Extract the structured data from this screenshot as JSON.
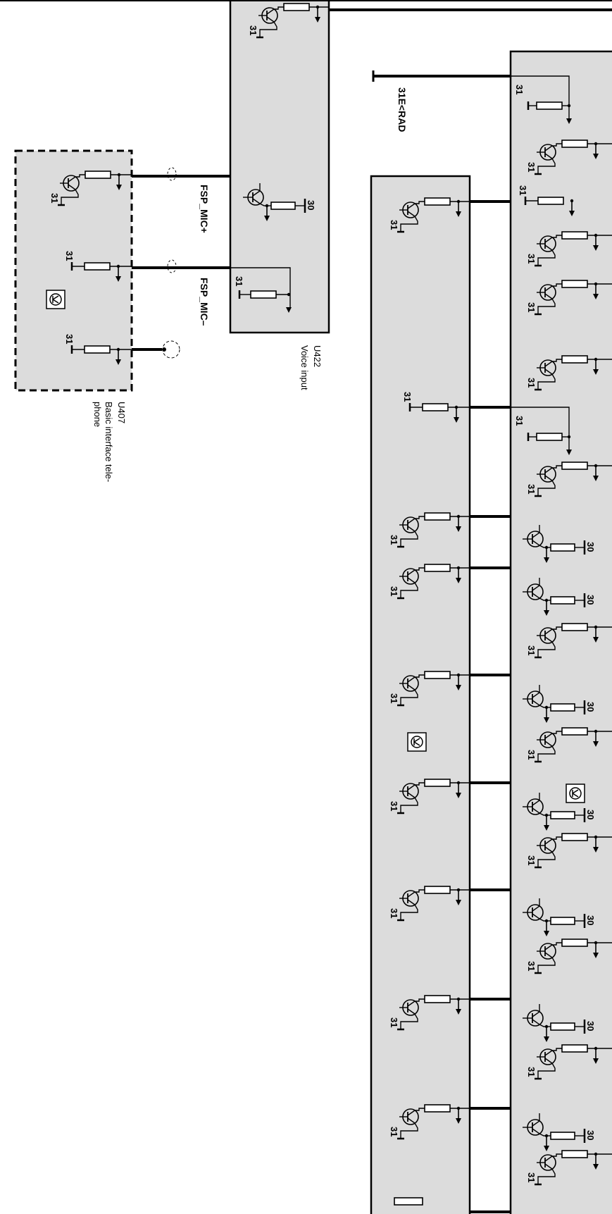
{
  "colors": {
    "module_fill": "#dcdcdc",
    "line": "#000000",
    "background": "#ffffff"
  },
  "modules": {
    "u407": {
      "code": "U407",
      "name_lines": [
        "Basic interface tele-",
        "phone"
      ]
    },
    "u422": {
      "code": "U422",
      "name": "Voice input"
    }
  },
  "signals": {
    "fsp_mic_plus": "FSP_MIC+",
    "fsp_mic_minus": "FSP_MIC–",
    "ground_rad": "31E<RAD"
  },
  "terminals": {
    "ground": "31",
    "supply": "30"
  },
  "icons": {
    "module_symbol": "transistor-symbol-icon",
    "transistor": "transistor-icon",
    "resistor": "resistor-icon",
    "ground": "ground-icon",
    "arrow": "arrow-down-icon"
  }
}
